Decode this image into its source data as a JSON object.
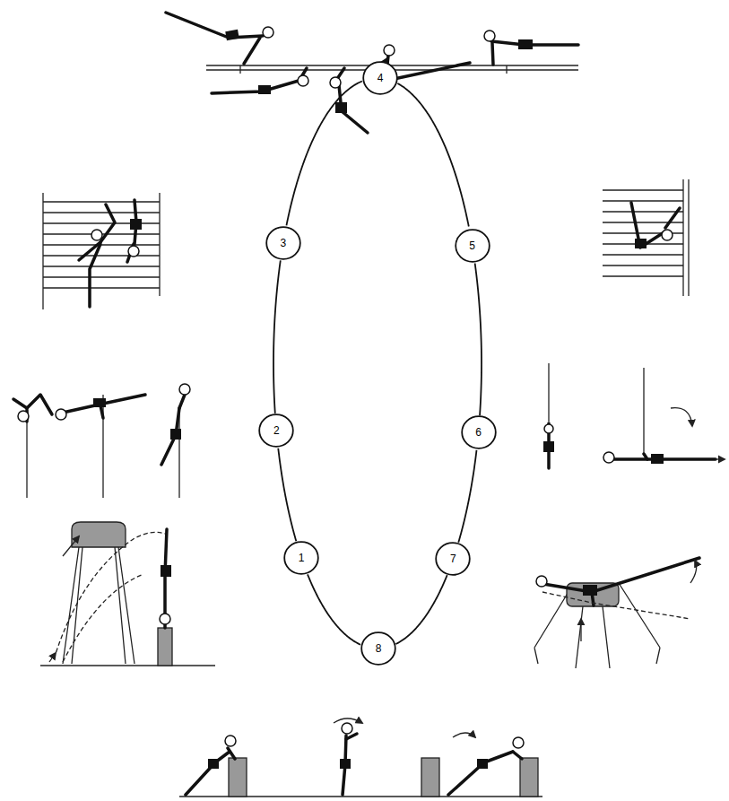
{
  "diagram": {
    "nodes": [
      {
        "text": [
          "1"
        ]
      },
      {
        "text": [
          "2"
        ]
      },
      {
        "text": [
          "3"
        ]
      },
      {
        "text": [
          "4"
        ]
      },
      {
        "text": [
          "5"
        ]
      },
      {
        "text": [
          "6"
        ]
      },
      {
        "text": [
          "7"
        ]
      },
      {
        "text": [
          "8"
        ]
      }
    ],
    "edges": [
      {
        "from": 0,
        "to": 1,
        "arrow": "none"
      },
      {
        "from": 1,
        "to": 2,
        "arrow": "none"
      },
      {
        "from": 2,
        "to": 3,
        "arrow": "none"
      },
      {
        "from": 3,
        "to": 4,
        "arrow": "none"
      },
      {
        "from": 4,
        "to": 5,
        "arrow": "none"
      },
      {
        "from": 5,
        "to": 6,
        "arrow": "none"
      },
      {
        "from": 6,
        "to": 7,
        "arrow": "none"
      },
      {
        "from": 7,
        "to": 0,
        "arrow": "none"
      }
    ]
  }
}
